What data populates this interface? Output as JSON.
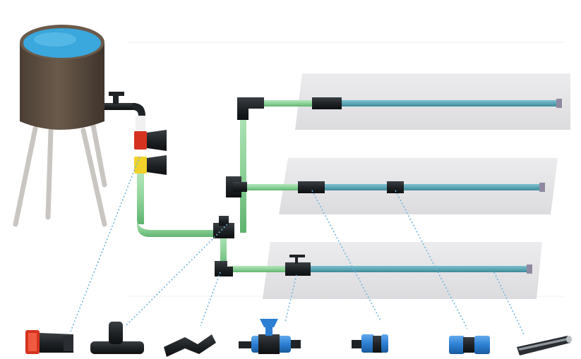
{
  "diagram": {
    "components": [
      {
        "name": "filter"
      },
      {
        "name": "tee-connector"
      },
      {
        "name": "elbow-connector"
      },
      {
        "name": "valve"
      },
      {
        "name": "coupler"
      },
      {
        "name": "joiner"
      },
      {
        "name": "drip-tape"
      }
    ],
    "colors": {
      "tank": "#5a4c3f",
      "tank_top": "#6b5a4a",
      "water": "#3aa7dd",
      "legs": "#c9c6c2",
      "supply_pipe": "#8fd39a",
      "supply_pipe_edge": "#5fb36f",
      "drip_line": "#5ea7b7",
      "drip_line_edge": "#3f8796",
      "field_bed": "#e6e6e8",
      "fitting_black": "#1f2326",
      "fitting_red": "#d5331f",
      "fitting_yellow": "#f0d22a",
      "fitting_blue": "#2c7fd3",
      "leader_line": "#6fb6dd"
    }
  }
}
